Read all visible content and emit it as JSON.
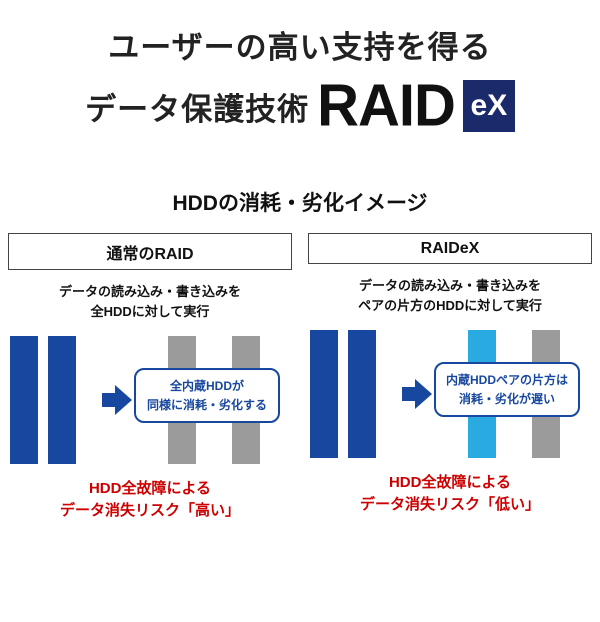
{
  "title": {
    "line1": "ユーザーの高い支持を得る",
    "line2_prefix": "データ保護技術",
    "raid_logo": "RAID",
    "raid_logo_suffix": "eX"
  },
  "section_title": "HDDの消耗・劣化イメージ",
  "panels": [
    {
      "header": "通常のRAID",
      "description_line1": "データの読み込み・書き込みを",
      "description_line2": "全HDDに対して実行",
      "bars": [
        "blue",
        "blue",
        "gray",
        "gray"
      ],
      "callout_line1": "全内蔵HDDが",
      "callout_line2": "同様に消耗・劣化する",
      "risk_line1": "HDD全故障による",
      "risk_line2": "データ消失リスク「高い」"
    },
    {
      "header": "RAIDeX",
      "description_line1": "データの読み込み・書き込みを",
      "description_line2": "ペアの片方のHDDに対して実行",
      "bars": [
        "blue",
        "blue",
        "cyan",
        "gray"
      ],
      "callout_line1": "内蔵HDDペアの片方は",
      "callout_line2": "消耗・劣化が遅い",
      "risk_line1": "HDD全故障による",
      "risk_line2": "データ消失リスク「低い」"
    }
  ],
  "colors": {
    "hdd_blue": "#17479e",
    "hdd_gray": "#9b9b9b",
    "hdd_cyan": "#29abe2",
    "logo_navy": "#1b2a6b",
    "risk_red": "#cc0000",
    "arrow_blue": "#17479e"
  }
}
